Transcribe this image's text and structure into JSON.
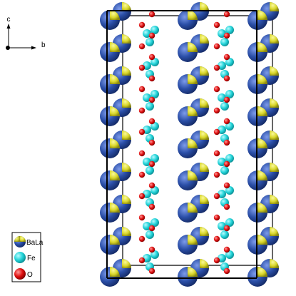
{
  "axes": {
    "vertical_label": "c",
    "horizontal_label": "b"
  },
  "legend": [
    {
      "label": "BaLa",
      "species": "ba-la-site",
      "colors": [
        "#2b4fa8",
        "#d8d62a"
      ]
    },
    {
      "label": "Fe",
      "species": "fe",
      "colors": [
        "#22d3d8"
      ]
    },
    {
      "label": "O",
      "species": "o",
      "colors": [
        "#e01010"
      ]
    }
  ],
  "colors": {
    "ba_la_blue": "#2b4fa8",
    "ba_la_yellow": "#d8d62a",
    "fe_cyan": "#22d3d8",
    "o_red": "#e01010",
    "cell_edge": "#000000"
  }
}
